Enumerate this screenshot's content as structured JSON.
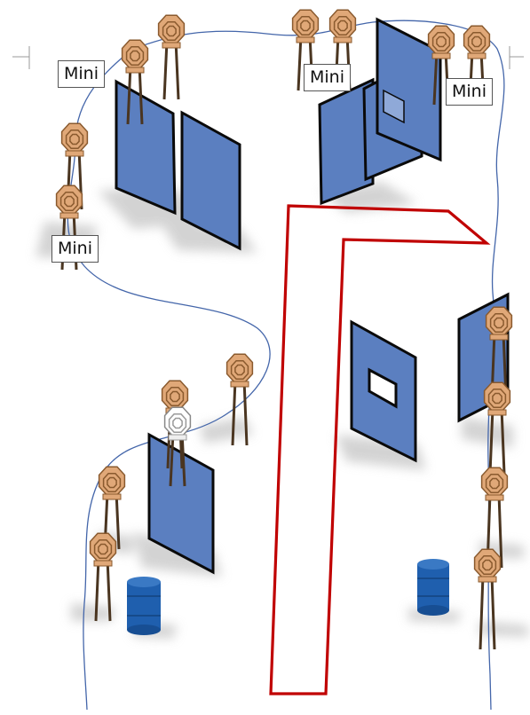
{
  "labels": [
    "Mini",
    "Mini",
    "Mini",
    "Mini"
  ],
  "colors": {
    "wall_fill": "#5b7fc0",
    "wall_stroke": "#0a0a0a",
    "target_fill": "#e0a878",
    "target_ring": "#8a5a2e",
    "white_target_fill": "#ffffff",
    "target_leg": "#4a3520",
    "fault_line": "#c00000",
    "path_line": "#4466aa",
    "barrel": "#1f5fae",
    "shadow": "#cfcfcf"
  }
}
